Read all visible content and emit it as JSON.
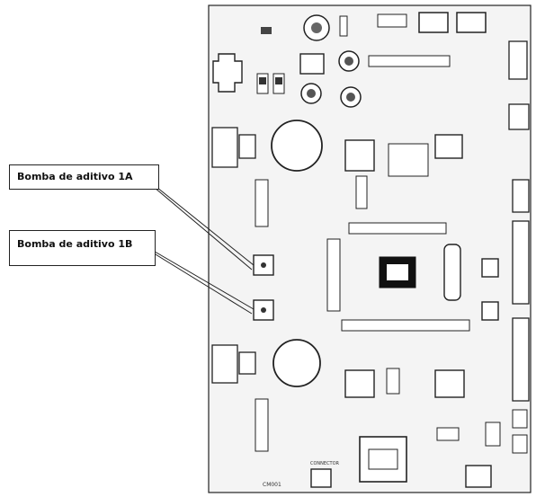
{
  "callouts": {
    "bomba_1a": "Bomba de aditivo  1A",
    "bomba_1b": "Bomba de aditivo  1B"
  },
  "board": {
    "label_cm001": "CM001",
    "label_bottom_connector": "CONNECTOR"
  },
  "colors": {
    "ink": "#1a1a1a",
    "board_bg": "#f4f4f4",
    "chip": "#111111"
  }
}
